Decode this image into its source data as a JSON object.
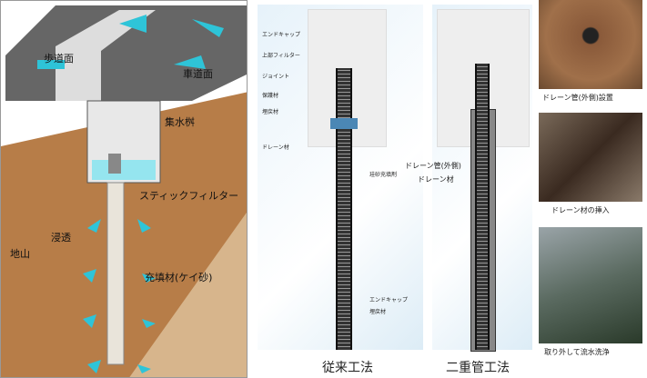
{
  "left": {
    "sidewalk": "歩道面",
    "roadway": "車道面",
    "catch_basin": "集水桝",
    "stick_filter": "スティックフィルター",
    "infiltration": "浸透",
    "ground": "地山",
    "filler": "充填材(ケイ砂)"
  },
  "conventional": {
    "title": "従来工法",
    "labels": [
      "エンドキャップ",
      "上部フィルター",
      "ジョイント",
      "保護材",
      "埋戻材",
      "ドレーン材",
      "珪砂充填剤",
      "エンドキャップ",
      "埋戻材"
    ]
  },
  "double": {
    "title": "二重管工法",
    "labels": [
      "ドレーン管(外側)",
      "ドレーン材"
    ]
  },
  "photos": [
    {
      "caption": "ドレーン管(外側)設置"
    },
    {
      "caption": "ドレーン材の挿入"
    },
    {
      "caption": "取り外して流水洗浄"
    }
  ],
  "colors": {
    "arrow": "#2ec4d8",
    "soil": "#a26a3a",
    "road": "#555555"
  }
}
